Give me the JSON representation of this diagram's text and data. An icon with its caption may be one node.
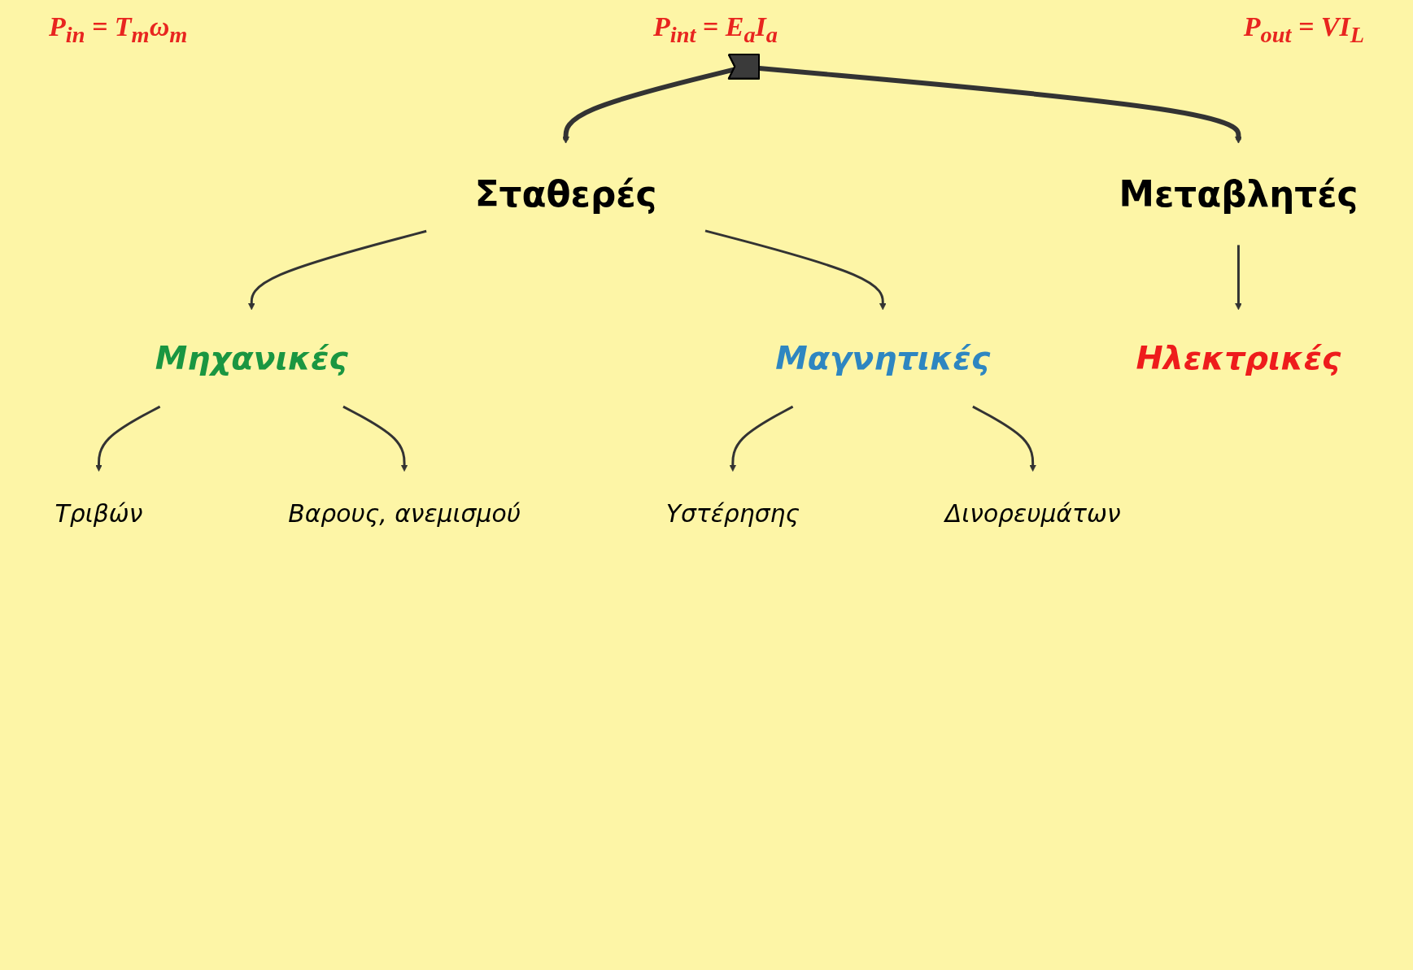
{
  "diagram": {
    "nodes": [
      {
        "text": [],
        "shape": "arrow"
      },
      {
        "text": [
          "Σταθερές"
        ]
      },
      {
        "text": [
          "Μεταβλητές"
        ]
      },
      {
        "text": [
          "Μηχανικές"
        ]
      },
      {
        "text": [
          "Μαγνητικές"
        ]
      },
      {
        "text": [
          "Ηλεκτρικές"
        ]
      },
      {
        "text": [
          "Τριβών"
        ]
      },
      {
        "text": [
          "Βαρους, ανεμισμού"
        ]
      },
      {
        "text": [
          "Υστέρησης"
        ]
      },
      {
        "text": [
          "Δινορευμάτων"
        ]
      }
    ],
    "edges": [
      {
        "from": 0,
        "to": 1,
        "arrow": "to",
        "style": "thick"
      },
      {
        "from": 0,
        "to": 2,
        "arrow": "to",
        "style": "thick"
      },
      {
        "from": 1,
        "to": 3,
        "arrow": "to"
      },
      {
        "from": 1,
        "to": 4,
        "arrow": "to"
      },
      {
        "from": 2,
        "to": 5,
        "arrow": "to"
      },
      {
        "from": 3,
        "to": 6,
        "arrow": "to"
      },
      {
        "from": 3,
        "to": 7,
        "arrow": "to"
      },
      {
        "from": 4,
        "to": 8,
        "arrow": "to"
      },
      {
        "from": 4,
        "to": 9,
        "arrow": "to"
      }
    ],
    "labels": [
      "P$_{in}$ = T$_{m}$ω$_{m}$",
      "P$_{int}$ = E$_{a}$I$_{a}$",
      "P$_{out}$ = VI$_{L}$"
    ]
  }
}
